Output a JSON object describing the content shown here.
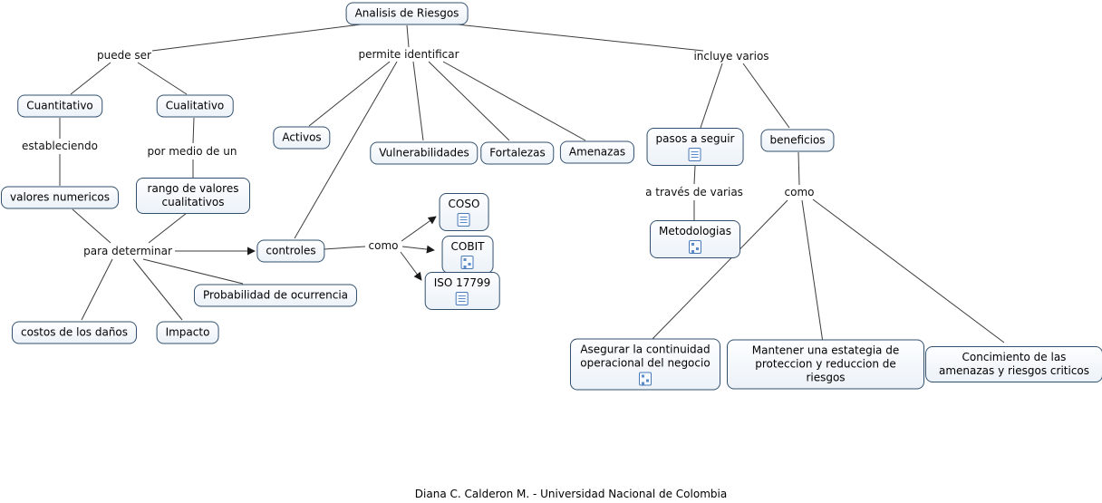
{
  "nodes": {
    "analisis": {
      "label": "Analisis de Riesgos"
    },
    "cuantitativo": {
      "label": "Cuantitativo"
    },
    "cualitativo": {
      "label": "Cualitativo"
    },
    "valores_numericos": {
      "label": "valores numericos"
    },
    "rango_valores": {
      "label": "rango de valores cualitativos"
    },
    "activos": {
      "label": "Activos"
    },
    "vulnerabilidades": {
      "label": "Vulnerabilidades"
    },
    "fortalezas": {
      "label": "Fortalezas"
    },
    "amenazas": {
      "label": "Amenazas"
    },
    "pasos_a_seguir": {
      "label": "pasos a seguir",
      "icon": "document-resource-icon"
    },
    "beneficios": {
      "label": "beneficios"
    },
    "controles": {
      "label": "controles"
    },
    "coso": {
      "label": "COSO",
      "icon": "document-resource-icon"
    },
    "cobit": {
      "label": "COBIT",
      "icon": "cmap-resource-icon"
    },
    "iso_17799": {
      "label": "ISO 17799",
      "icon": "document-resource-icon"
    },
    "probabilidad": {
      "label": "Probabilidad de ocurrencia"
    },
    "costos": {
      "label": "costos de los daños"
    },
    "impacto": {
      "label": "Impacto"
    },
    "metodologias": {
      "label": "Metodologias",
      "icon": "cmap-resource-icon"
    },
    "asegurar": {
      "label": "Asegurar la continuidad operacional del negocio",
      "icon": "cmap-resource-icon"
    },
    "mantener": {
      "label": "Mantener una estategia de proteccion y reduccion de riesgos"
    },
    "concimiento": {
      "label": "Concimiento de las amenazas y riesgos criticos"
    }
  },
  "links": {
    "puede_ser": "puede ser",
    "permite_identificar": "permite identificar",
    "incluye_varios": "incluye varios",
    "estableciendo": "estableciendo",
    "por_medio_de_un": "por medio de un",
    "para_determinar": "para determinar",
    "como_controles": "como",
    "a_traves_de_varias": "a través de varias",
    "como_beneficios": "como"
  },
  "footer": "Diana C. Calderon M. - Universidad Nacional de Colombia",
  "colors": {
    "node_border": "#31506e",
    "node_fill": "#ecf2f8",
    "line": "#3c3c3c",
    "icon_blue": "#4a79b8",
    "text": "#000000"
  }
}
